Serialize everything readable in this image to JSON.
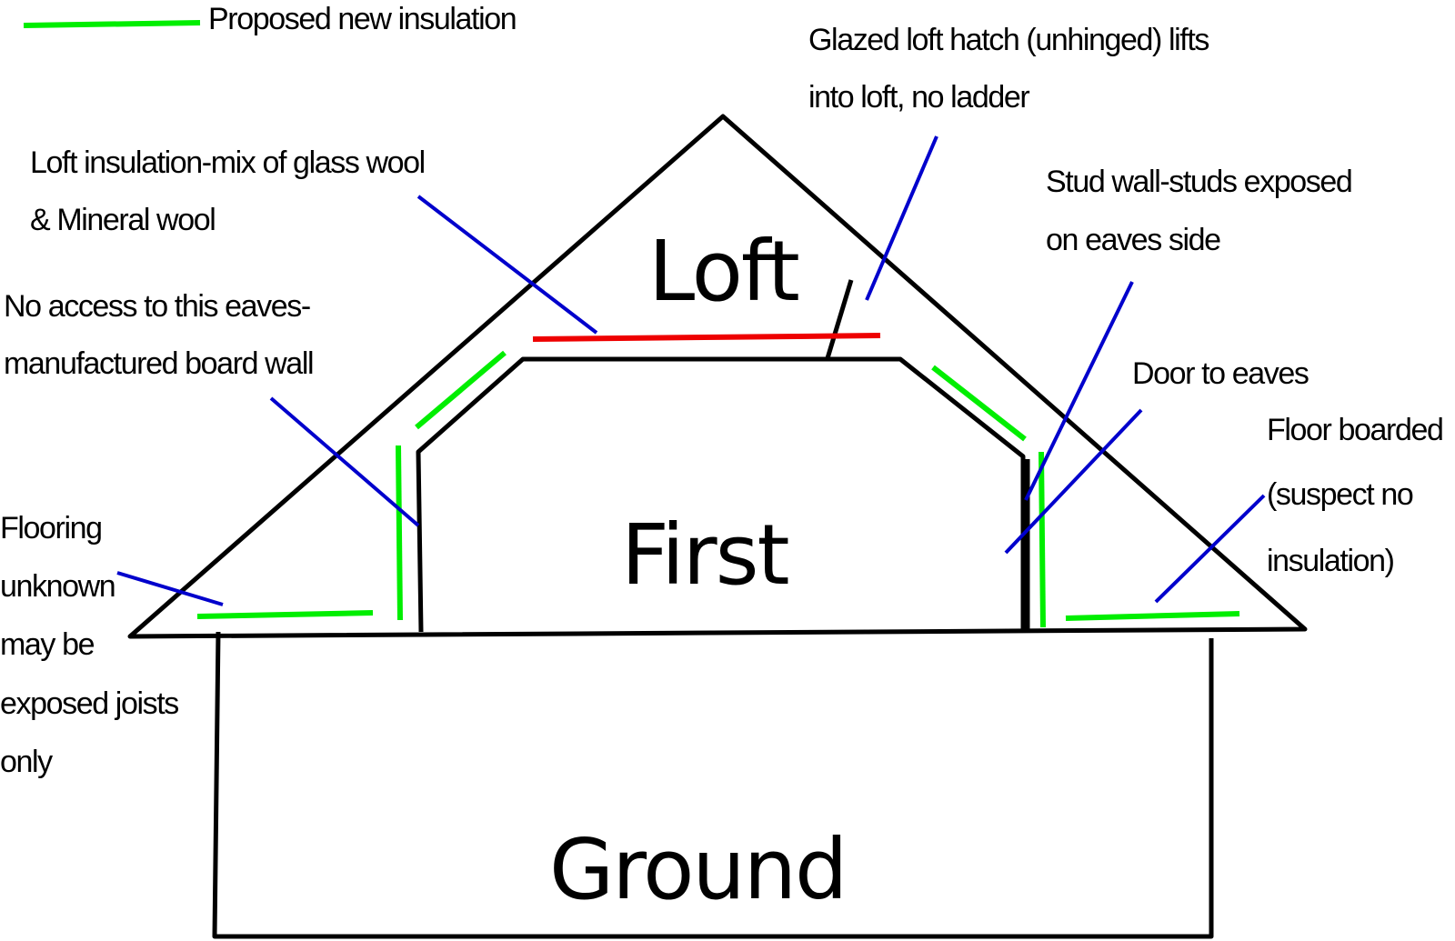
{
  "colors": {
    "structure": "#000000",
    "proposed_insulation": "#00ee00",
    "existing_insulation": "#ee0000",
    "leader": "#0000cc"
  },
  "legend": {
    "label": "Proposed new insulation"
  },
  "floors": {
    "loft": "Loft",
    "first": "First",
    "ground": "Ground"
  },
  "annotations": {
    "loft_hatch": [
      "Glazed loft hatch (unhinged) lifts",
      "into loft, no ladder"
    ],
    "loft_insulation": [
      "Loft insulation-mix of glass wool",
      "& Mineral wool"
    ],
    "no_access_eaves": [
      "No access to this eaves-",
      "manufactured board wall"
    ],
    "stud_wall": [
      "Stud wall-studs exposed",
      "on eaves side"
    ],
    "door_to_eaves": [
      "Door to eaves"
    ],
    "floor_boarded": [
      "Floor boarded",
      "(suspect no",
      "insulation)"
    ],
    "flooring_unknown": [
      "Flooring",
      "unknown",
      "may be",
      "exposed joists",
      "only"
    ]
  }
}
